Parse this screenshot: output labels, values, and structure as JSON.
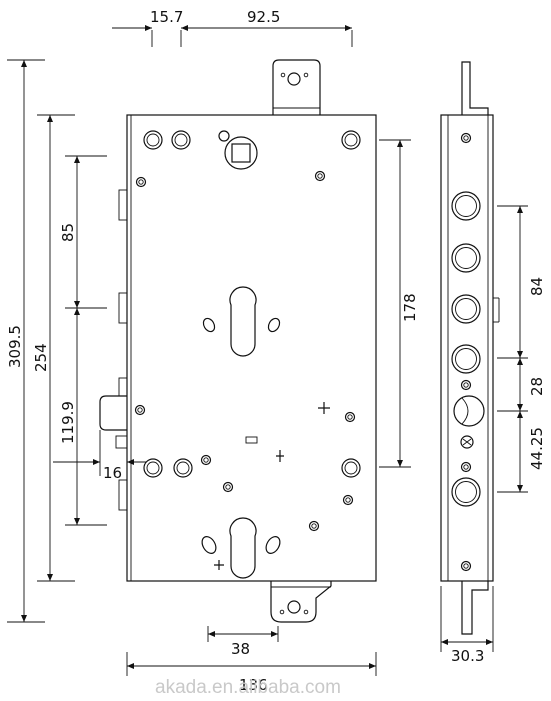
{
  "dimensions": {
    "d15_7": "15.7",
    "d92_5": "92.5",
    "d309_5": "309.5",
    "d254": "254",
    "d85": "85",
    "d119_9": "119.9",
    "d16": "16",
    "d178": "178",
    "d38": "38",
    "d136": "136",
    "d84": "84",
    "d28": "28",
    "d44_25": "44.25",
    "d30_3": "30.3"
  },
  "watermark": "akada.en.alibaba.com"
}
